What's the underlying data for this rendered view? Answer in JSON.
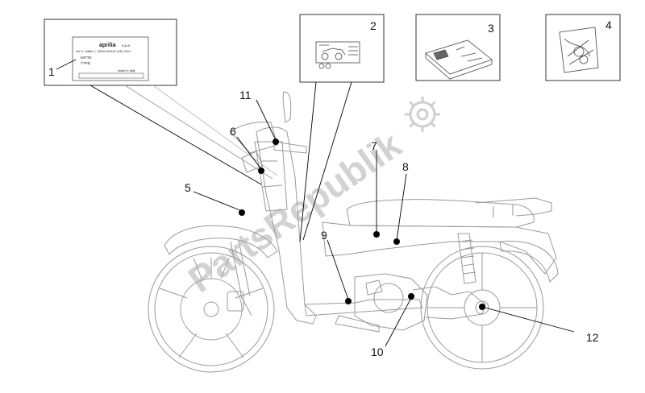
{
  "callouts": [
    {
      "id": "1",
      "text": "1"
    },
    {
      "id": "2",
      "text": "2"
    },
    {
      "id": "3",
      "text": "3"
    },
    {
      "id": "4",
      "text": "4"
    },
    {
      "id": "5",
      "text": "5"
    },
    {
      "id": "6",
      "text": "6"
    },
    {
      "id": "7",
      "text": "7"
    },
    {
      "id": "8",
      "text": "8"
    },
    {
      "id": "9",
      "text": "9"
    },
    {
      "id": "10",
      "text": "10"
    },
    {
      "id": "11",
      "text": "11"
    },
    {
      "id": "12",
      "text": "12"
    }
  ],
  "plate": {
    "brand": "aprilia",
    "brand_suffix": "s.p.a.",
    "address": "Via G. Galilei, 1, 30033 NOALE (VE) ITALY",
    "line_mitte": "MITTE",
    "line_type": "TYPE:",
    "made_in": "made in Italy"
  },
  "watermark": {
    "text": "PartsRepublik",
    "icon": "gear-icon"
  },
  "colors": {
    "line": "#000000",
    "drawing": "#6e6e6e",
    "drawing_light": "#b4b4b4",
    "watermark": "#d2d2d2"
  }
}
